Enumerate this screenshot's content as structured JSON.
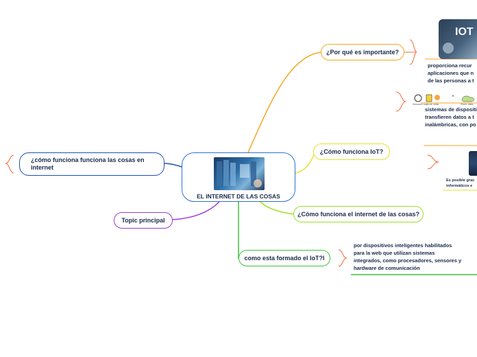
{
  "central": {
    "title": "EL INTERNET DE LAS COSAS",
    "image_icon": "server-hologram-image"
  },
  "topics": {
    "por_que": "¿Por qué es importante?",
    "como_funciona_iot": "¿Cómo funciona IoT?",
    "como_funciona_internet_cosas": "¿Cómo funciona el internet de las cosas?",
    "como_esta_formado": "como esta formado el IoT?l",
    "topic_principal": "Topic principal",
    "como_funciona_funciona": "¿cómo funciona funciona las cosas en internet"
  },
  "subtopics": {
    "proporciona": [
      "proporciona recur",
      "aplicaciones que n",
      "de las personas a t"
    ],
    "sistemas": [
      "sistemas de dispositi",
      "transfieren datos a t",
      "inalámbricas, con po"
    ],
    "es_posible": [
      "Es posible grac",
      "informáticos e"
    ],
    "dispositivos": [
      "por dispositivos inteligentes habilitados",
      "para la web que utilizan sistemas",
      "integrados, como procesadores, sensores y",
      "hardware de comunicación"
    ]
  },
  "images": {
    "iot_banner_text": "IOT",
    "sensors_caption": "Sensors capture data",
    "store_caption": "Store data",
    "arrow_sep": "•"
  },
  "colors": {
    "central_border": "#2e6fd6",
    "orange": "#f5a623",
    "yellow": "#e6e033",
    "lime": "#9be22d",
    "green": "#3cc33c",
    "purple": "#9b3bd6",
    "blue": "#1f4fb4",
    "bracket": "#f26b3a"
  }
}
